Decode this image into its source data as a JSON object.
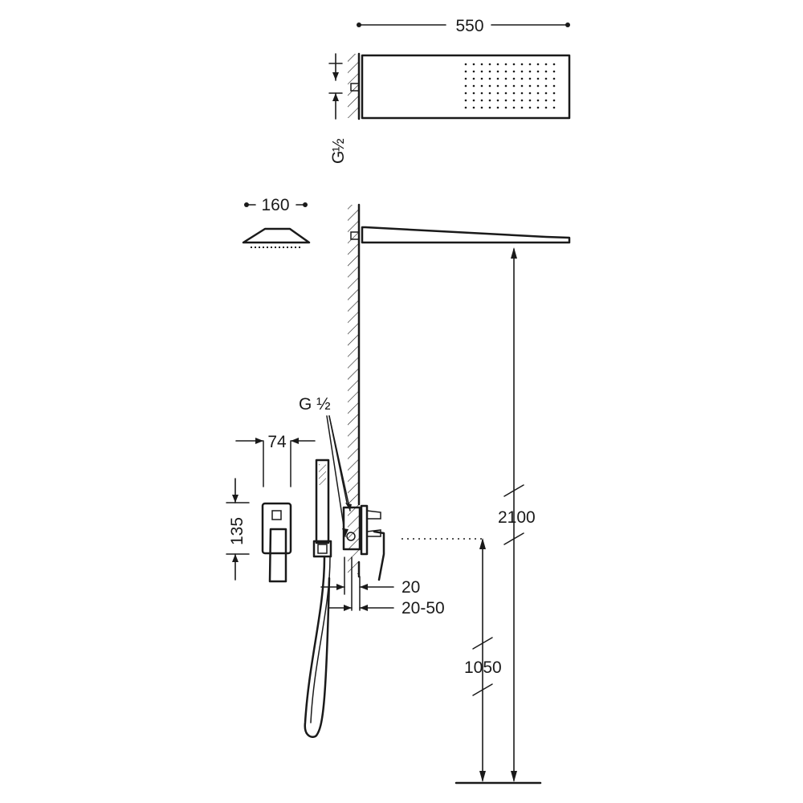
{
  "dimensions": {
    "shower_head_length": "550",
    "side_view_width": "160",
    "mixer_plate_width": "74",
    "mixer_plate_height": "135",
    "wall_depth": "20",
    "built_in_depth": "20-50",
    "head_height": "2100",
    "mixer_height": "1050"
  },
  "threads": {
    "top_thread_main": "G",
    "top_thread_fraction": "½",
    "mixer_thread": "G ½"
  },
  "colors": {
    "line": "#1a1a1a",
    "background": "#ffffff"
  }
}
